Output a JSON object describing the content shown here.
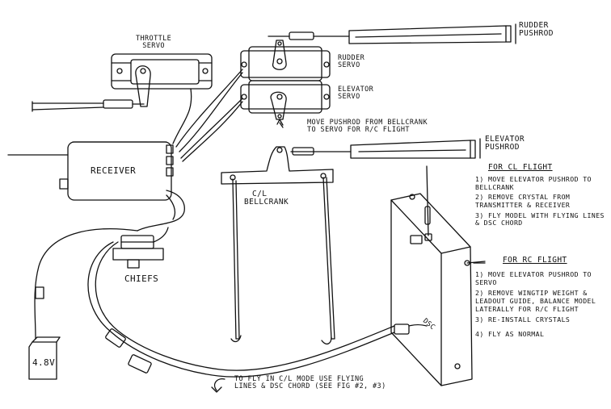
{
  "labels": {
    "rudder_pushrod_1": "RUDDER",
    "rudder_pushrod_2": "PUSHROD",
    "throttle_servo_1": "THROTTLE",
    "throttle_servo_2": "SERVO",
    "rudder_servo_1": "RUDDER",
    "rudder_servo_2": "SERVO",
    "elevator_servo_1": "ELEVATOR",
    "elevator_servo_2": "SERVO",
    "move_pushrod_1": "MOVE PUSHROD FROM BELLCRANK",
    "move_pushrod_2": "TO SERVO FOR R/C FLIGHT",
    "elevator_pushrod_1": "ELEVATOR",
    "elevator_pushrod_2": "PUSHROD",
    "receiver": "RECEIVER",
    "cl_bellcrank_1": "C/L",
    "cl_bellcrank_2": "BELLCRANK",
    "chiefs": "CHIEFS",
    "battery": "4.8V",
    "dsc": "DSC",
    "bottom_note_1": "TO FLY IN C/L MODE USE FLYING",
    "bottom_note_2": "LINES & DSC CHORD (SEE FIG #2, #3)"
  },
  "cl_flight": {
    "title": "FOR CL FLIGHT",
    "steps": [
      "1) MOVE ELEVATOR PUSHROD TO BELLCRANK",
      "2) REMOVE CRYSTAL FROM TRANSMITTER & RECEIVER",
      "3) FLY MODEL WITH FLYING LINES & DSC CHORD"
    ]
  },
  "rc_flight": {
    "title": "FOR RC FLIGHT",
    "steps": [
      "1) MOVE ELEVATOR PUSHROD TO SERVO",
      "2) REMOVE WINGTIP WEIGHT & LEADOUT GUIDE, BALANCE MODEL LATERALLY FOR R/C FLIGHT",
      "3) RE-INSTALL CRYSTALS",
      "4) FLY AS NORMAL"
    ]
  }
}
